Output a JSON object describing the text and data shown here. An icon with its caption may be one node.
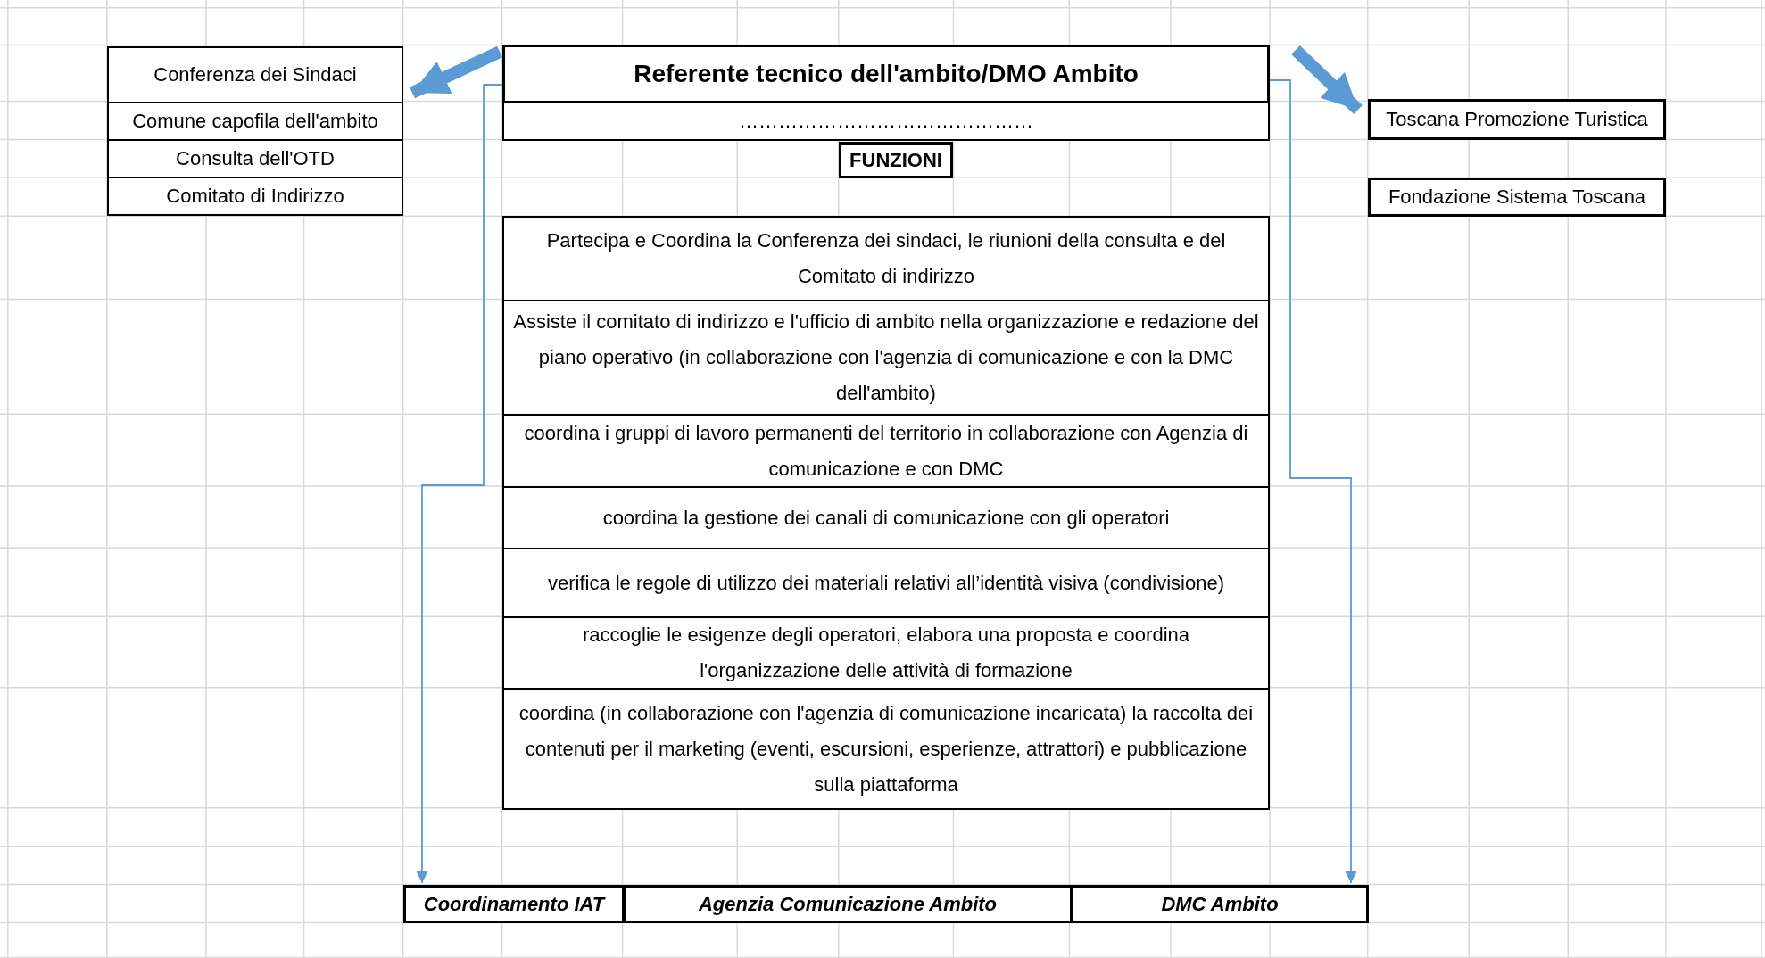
{
  "diagram": {
    "nodes": [
      {
        "text": [
          "Conferenza dei Sindaci"
        ]
      },
      {
        "text": [
          "Comune capofila dell'ambito"
        ]
      },
      {
        "text": [
          "Consulta dell'OTD"
        ]
      },
      {
        "text": [
          "Comitato di Indirizzo"
        ]
      },
      {
        "text": [
          "Referente tecnico dell'ambito/DMO Ambito"
        ]
      },
      {
        "text": [
          "………………………………………"
        ]
      },
      {
        "text": [
          "FUNZIONI"
        ]
      },
      {
        "text": [
          "Toscana Promozione Turistica"
        ]
      },
      {
        "text": [
          "Fondazione Sistema Toscana"
        ]
      },
      {
        "text": [
          "Partecipa e Coordina la Conferenza dei sindaci, le riunioni della consulta e del Comitato di indirizzo"
        ]
      },
      {
        "text": [
          "Assiste il comitato di indirizzo e l'ufficio di ambito nella organizzazione e redazione del piano operativo (in collaborazione con l'agenzia di comunicazione e con la DMC dell'ambito)"
        ]
      },
      {
        "text": [
          "coordina  i  gruppi di lavoro permanenti del territorio  in collaborazione con Agenzia di comunicazione e con DMC"
        ]
      },
      {
        "text": [
          "coordina la gestione dei canali di comunicazione con gli operatori"
        ]
      },
      {
        "text": [
          "verifica le regole di utilizzo dei materiali relativi all’identità visiva (condivisione)"
        ]
      },
      {
        "text": [
          "raccoglie le esigenze degli operatori, elabora una proposta e coordina l'organizzazione delle attività di formazione"
        ]
      },
      {
        "text": [
          "coordina (in collaborazione con l'agenzia di comunicazione incaricata) la raccolta dei contenuti per il marketing (eventi, escursioni, esperienze, attrattori) e pubblicazione sulla piattaforma"
        ]
      },
      {
        "text": [
          "Coordinamento IAT"
        ]
      },
      {
        "text": [
          "Agenzia Comunicazione Ambito"
        ]
      },
      {
        "text": [
          "DMC Ambito"
        ]
      }
    ],
    "edges": [
      {
        "from": 4,
        "to": 0,
        "arrow": "to",
        "style": "thick",
        "color": "#5b9bd5"
      },
      {
        "from": 4,
        "to": 7,
        "arrow": "to",
        "style": "thick",
        "color": "#5b9bd5"
      },
      {
        "from": 4,
        "to": 16,
        "arrow": "to",
        "color": "#5b9bd5"
      },
      {
        "from": 4,
        "to": 18,
        "arrow": "to",
        "color": "#5b9bd5"
      }
    ]
  }
}
